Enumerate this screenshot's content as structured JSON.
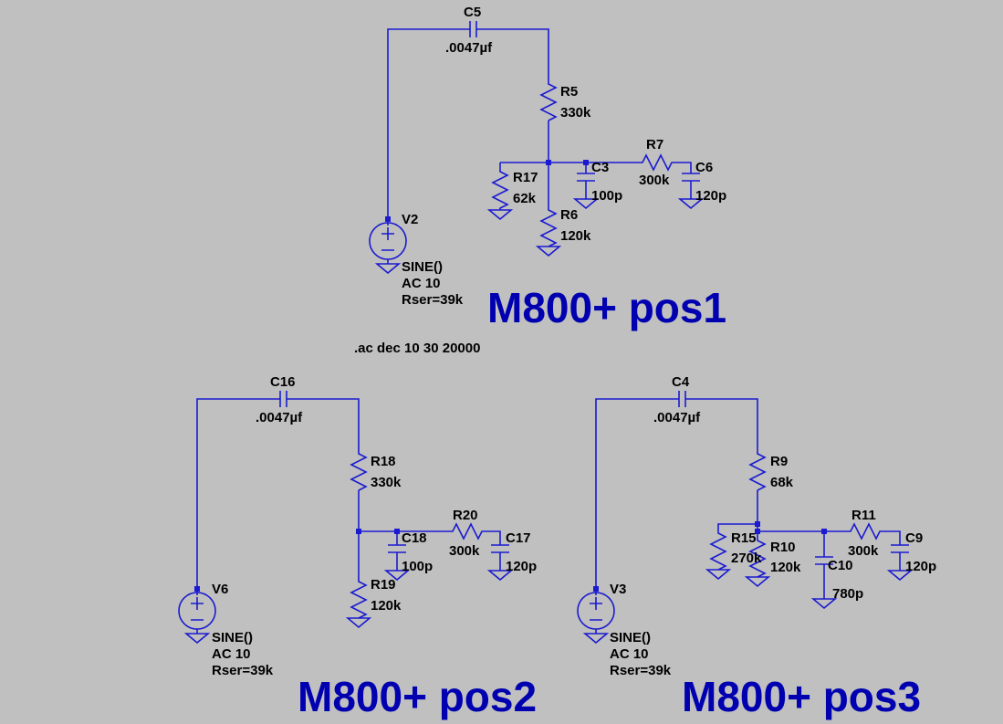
{
  "directive": ".ac dec 10 30 20000",
  "wire_color": "#1a1ad0",
  "title_color": "#0000b0",
  "background": "#c0c0c0",
  "circuits": [
    {
      "title": "M800+ pos1",
      "source": {
        "name": "V2",
        "value": "SINE()",
        "ac": "AC 10",
        "rser": "Rser=39k"
      },
      "couple_cap": {
        "name": "C5",
        "value": ".0047µf"
      },
      "series_res": {
        "name": "R5",
        "value": "330k"
      },
      "shunt_a": {
        "name": "R17",
        "value": "62k"
      },
      "shunt_b": {
        "name": "R6",
        "value": "120k"
      },
      "cap_a": {
        "name": "C3",
        "value": "100p"
      },
      "filter_res": {
        "name": "R7",
        "value": "300k"
      },
      "filter_cap": {
        "name": "C6",
        "value": "120p"
      }
    },
    {
      "title": "M800+ pos2",
      "source": {
        "name": "V6",
        "value": "SINE()",
        "ac": "AC 10",
        "rser": "Rser=39k"
      },
      "couple_cap": {
        "name": "C16",
        "value": ".0047µf"
      },
      "series_res": {
        "name": "R18",
        "value": "330k"
      },
      "shunt_b": {
        "name": "R19",
        "value": "120k"
      },
      "cap_a": {
        "name": "C18",
        "value": "100p"
      },
      "filter_res": {
        "name": "R20",
        "value": "300k"
      },
      "filter_cap": {
        "name": "C17",
        "value": "120p"
      }
    },
    {
      "title": "M800+ pos3",
      "source": {
        "name": "V3",
        "value": "SINE()",
        "ac": "AC 10",
        "rser": "Rser=39k"
      },
      "couple_cap": {
        "name": "C4",
        "value": ".0047µf"
      },
      "series_res": {
        "name": "R9",
        "value": "68k"
      },
      "shunt_a": {
        "name": "R15",
        "value": "270k"
      },
      "shunt_b": {
        "name": "R10",
        "value": "120k"
      },
      "cap_a": {
        "name": "C10",
        "value": "780p"
      },
      "filter_res": {
        "name": "R11",
        "value": "300k"
      },
      "filter_cap": {
        "name": "C9",
        "value": "120p"
      }
    }
  ]
}
